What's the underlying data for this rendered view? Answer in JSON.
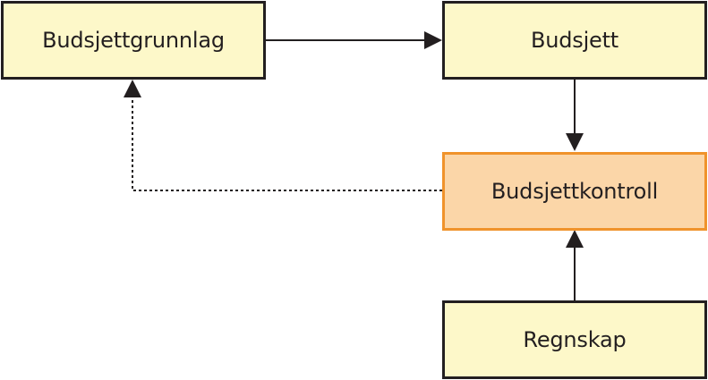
{
  "nodes": {
    "budsjettgrunnlag": "Budsjettgrunnlag",
    "budsjett": "Budsjett",
    "budsjettkontroll": "Budsjettkontroll",
    "regnskap": "Regnskap"
  },
  "colors": {
    "box_fill": "#fdf8c9",
    "box_border": "#231f20",
    "highlight_fill": "#fbd6a8",
    "highlight_border": "#f0932b",
    "line": "#231f20"
  },
  "edges": [
    {
      "from": "budsjettgrunnlag",
      "to": "budsjett",
      "style": "solid"
    },
    {
      "from": "budsjett",
      "to": "budsjettkontroll",
      "style": "solid"
    },
    {
      "from": "regnskap",
      "to": "budsjettkontroll",
      "style": "solid"
    },
    {
      "from": "budsjettkontroll",
      "to": "budsjettgrunnlag",
      "style": "dotted"
    }
  ]
}
